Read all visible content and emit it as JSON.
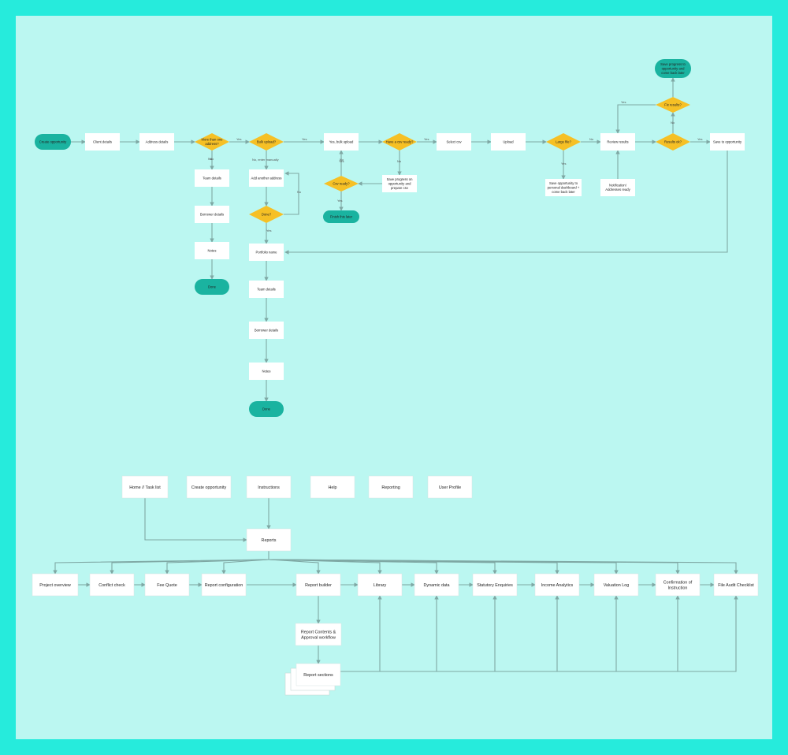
{
  "colors": {
    "frame": "#26ebdc",
    "canvas": "#bbf7f1",
    "teal": "#1ab3a0",
    "diamond": "#f6c025",
    "box": "#ffffff",
    "edge": "#7fa8a4"
  },
  "flow": {
    "nodes": [
      {
        "id": "create_opp",
        "type": "terminal",
        "label": [
          "Create opportunity"
        ]
      },
      {
        "id": "client_details",
        "type": "process",
        "label": [
          "Client details"
        ]
      },
      {
        "id": "address_details",
        "type": "process",
        "label": [
          "Address details"
        ]
      },
      {
        "id": "more_than_one",
        "type": "decision",
        "label": [
          "More than one",
          "address?"
        ]
      },
      {
        "id": "bulk_upload",
        "type": "decision",
        "label": [
          "Bulk upload?"
        ]
      },
      {
        "id": "yes_bulk",
        "type": "process",
        "label": [
          "Yes, bulk upload"
        ]
      },
      {
        "id": "have_csv",
        "type": "decision",
        "label": [
          "Have a csv ready?"
        ]
      },
      {
        "id": "select_csv",
        "type": "process",
        "label": [
          "Select csv"
        ]
      },
      {
        "id": "upload",
        "type": "process",
        "label": [
          "Upload"
        ]
      },
      {
        "id": "large_file",
        "type": "decision",
        "label": [
          "Large file?"
        ]
      },
      {
        "id": "review_results",
        "type": "process",
        "label": [
          "Review results"
        ]
      },
      {
        "id": "results_ok",
        "type": "decision",
        "label": [
          "Results ok?"
        ]
      },
      {
        "id": "save_opp",
        "type": "process",
        "label": [
          "Save to opportunity"
        ]
      },
      {
        "id": "fix_results",
        "type": "decision",
        "label": [
          "Fix results?"
        ]
      },
      {
        "id": "save_progress_top",
        "type": "terminal",
        "label": [
          "Save progress to",
          "opportunity and",
          "come back later"
        ]
      },
      {
        "id": "team_details_a",
        "type": "process",
        "label": [
          "Team details"
        ]
      },
      {
        "id": "borrower_details_a",
        "type": "process",
        "label": [
          "Borrower details"
        ]
      },
      {
        "id": "notes_a",
        "type": "process",
        "label": [
          "Notes"
        ]
      },
      {
        "id": "done_a",
        "type": "terminal",
        "label": [
          "Done"
        ]
      },
      {
        "id": "add_another",
        "type": "process",
        "label": [
          "Add another address"
        ]
      },
      {
        "id": "done_q",
        "type": "decision",
        "label": [
          "Done?"
        ]
      },
      {
        "id": "portfolio_name",
        "type": "process",
        "label": [
          "Portfolio name"
        ]
      },
      {
        "id": "team_details_b",
        "type": "process",
        "label": [
          "Team details"
        ]
      },
      {
        "id": "borrower_details_b",
        "type": "process",
        "label": [
          "Borrower details"
        ]
      },
      {
        "id": "notes_b",
        "type": "process",
        "label": [
          "Notes"
        ]
      },
      {
        "id": "done_b",
        "type": "terminal",
        "label": [
          "Done"
        ]
      },
      {
        "id": "csv_ready",
        "type": "decision",
        "label": [
          "Csv ready?"
        ]
      },
      {
        "id": "finish_later",
        "type": "terminal",
        "label": [
          "Finish this later"
        ]
      },
      {
        "id": "save_progress_csv",
        "type": "process",
        "label": [
          "Save progress on",
          "opportunity and",
          "prepare csv"
        ]
      },
      {
        "id": "save_dashboard",
        "type": "process",
        "label": [
          "Save opportunity to",
          "personal dashboard +",
          "come back later"
        ]
      },
      {
        "id": "notification",
        "type": "process",
        "label": [
          "Notification!",
          "Addresses ready"
        ]
      }
    ],
    "edge_labels": [
      "Yes",
      "No",
      "Yes",
      "No, enter manually",
      "Yes",
      "Yes",
      "No",
      "Yes",
      "No",
      "No",
      "Yes",
      "No",
      "Yes",
      "Yes",
      "No",
      "Yes",
      "No"
    ]
  },
  "sitemap": {
    "nav": [
      "Home // Task list",
      "Create opportunity",
      "Instructions",
      "Help",
      "Reporting",
      "User Profile"
    ],
    "reports": "Reports",
    "modules": [
      [
        "Project overview"
      ],
      [
        "Conflict check"
      ],
      [
        "Fee Quote"
      ],
      [
        "Report configuration"
      ],
      [
        "Report builder"
      ],
      [
        "Library"
      ],
      [
        "Dynamic data"
      ],
      [
        "Statutory Enquiries"
      ],
      [
        "Income Analytics"
      ],
      [
        "Valuation Log"
      ],
      [
        "Confirmation of",
        "Instruction"
      ],
      [
        "File Audit Checklist"
      ]
    ],
    "approval": [
      "Report Contents &",
      "Approval workflow"
    ],
    "sections": "Report sections"
  }
}
